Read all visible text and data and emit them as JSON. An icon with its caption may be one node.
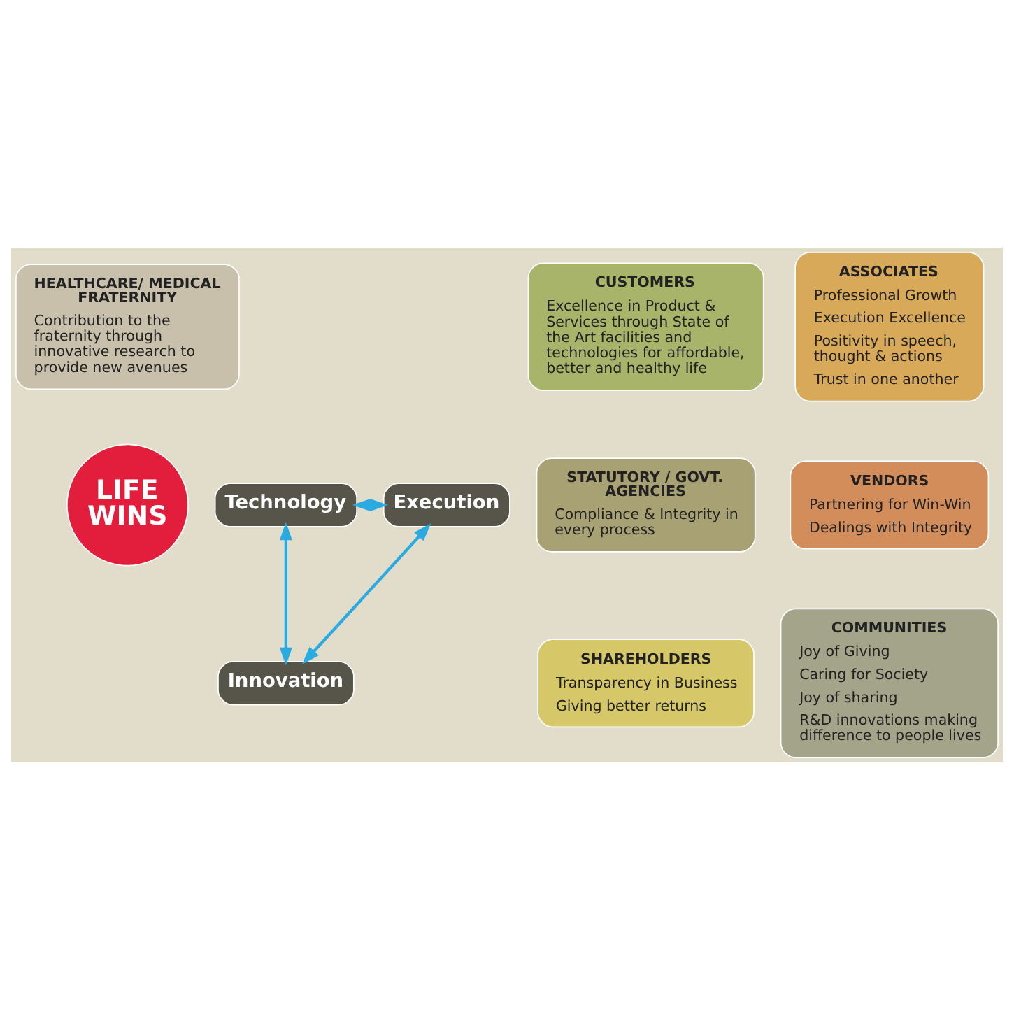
{
  "diagram": {
    "nodes": [
      {
        "text": [
          "HEALTHCARE/ MEDICAL FRATERNITY",
          "Contribution to the fraternity through innovative research to provide new avenues"
        ]
      },
      {
        "text": [
          "CUSTOMERS",
          "Excellence in Product & Services through State of the Art facilities and technologies for affordable, better and healthy life"
        ]
      },
      {
        "text": [
          "ASSOCIATES",
          "Professional Growth",
          "Execution Excellence",
          "Positivity in speech, thought & actions",
          "Trust in one another"
        ]
      },
      {
        "text": [
          "Technology"
        ]
      },
      {
        "text": [
          "Execution"
        ]
      },
      {
        "text": [
          "LIFE WINS"
        ]
      },
      {
        "text": [
          "STATUTORY / GOVT. AGENCIES",
          "Compliance & Integrity in every process"
        ]
      },
      {
        "text": [
          "VENDORS",
          "Partnering for Win-Win",
          "Dealings with Integrity"
        ]
      },
      {
        "text": [
          "Innovation"
        ]
      },
      {
        "text": [
          "COMMUNITIES",
          "Joy of Giving",
          "Caring for Society",
          "Joy of sharing",
          "R&D innovations making difference to people lives"
        ]
      },
      {
        "text": [
          "SHAREHOLDERS",
          "Transparency in Business",
          "Giving better returns"
        ]
      }
    ],
    "edges": [
      {
        "from": 3,
        "to": 4,
        "arrow": "both"
      },
      {
        "from": 4,
        "to": 8,
        "arrow": "both"
      },
      {
        "from": 8,
        "to": 3,
        "arrow": "both"
      }
    ]
  }
}
